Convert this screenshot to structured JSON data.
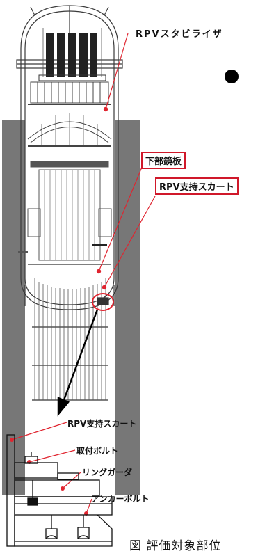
{
  "labels": {
    "rpv_stabilizer": "RPVスタビライザ",
    "lower_head": "下部鏡板",
    "rpv_support_skirt": "RPV支持スカート",
    "detail_skirt": "RPV支持スカート",
    "mounting_bolt": "取付ボルト",
    "ring_girder": "リングガーダ",
    "anchor_bolt": "アンカーボルト",
    "caption": "図 評価対象部位"
  },
  "colors": {
    "leader": "#e0242f",
    "structure": "#3a3a3a",
    "concrete": "#6a6a6a",
    "black": "#000000"
  }
}
